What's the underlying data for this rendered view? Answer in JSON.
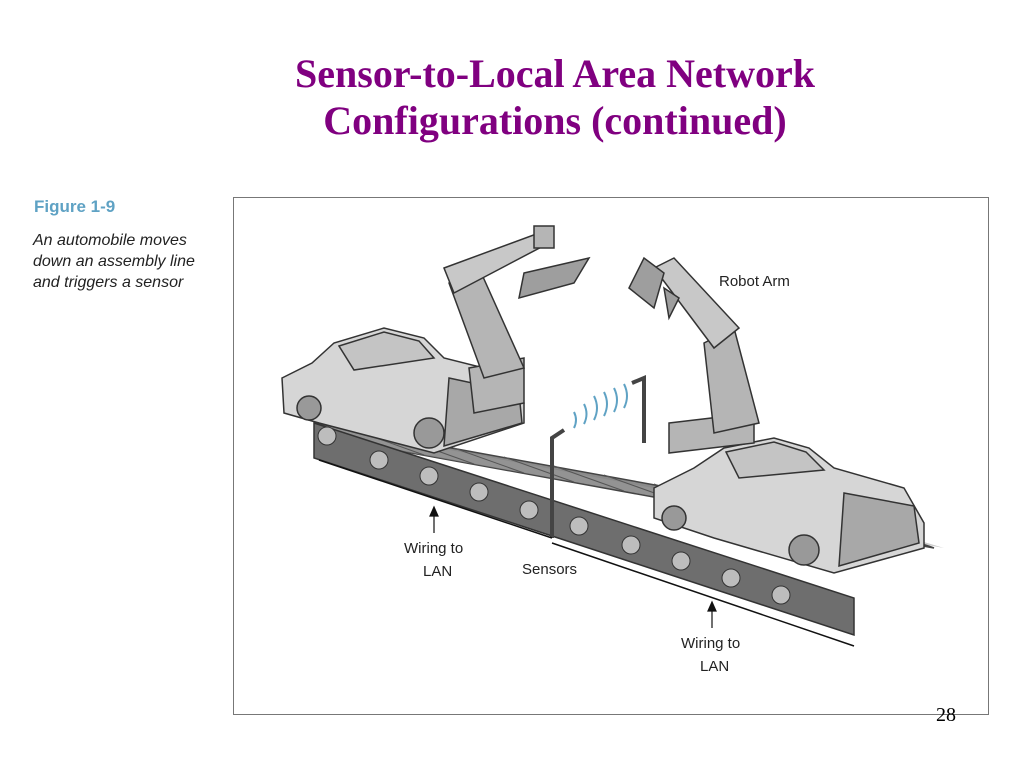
{
  "slide": {
    "title_line1": "Sensor-to-Local Area Network",
    "title_line2": "Configurations (continued)",
    "page_number": "28"
  },
  "figure": {
    "label": "Figure 1-9",
    "caption_lines": [
      "An automobile moves",
      "down an assembly line",
      "and triggers a sensor"
    ],
    "labels": {
      "robot_arm": "Robot Arm",
      "sensors": "Sensors",
      "wiring_left_1": "Wiring to",
      "wiring_left_2": "LAN",
      "wiring_right_1": "Wiring to",
      "wiring_right_2": "LAN"
    }
  },
  "colors": {
    "title": "#800080",
    "figure_label": "#5fa2c4"
  }
}
